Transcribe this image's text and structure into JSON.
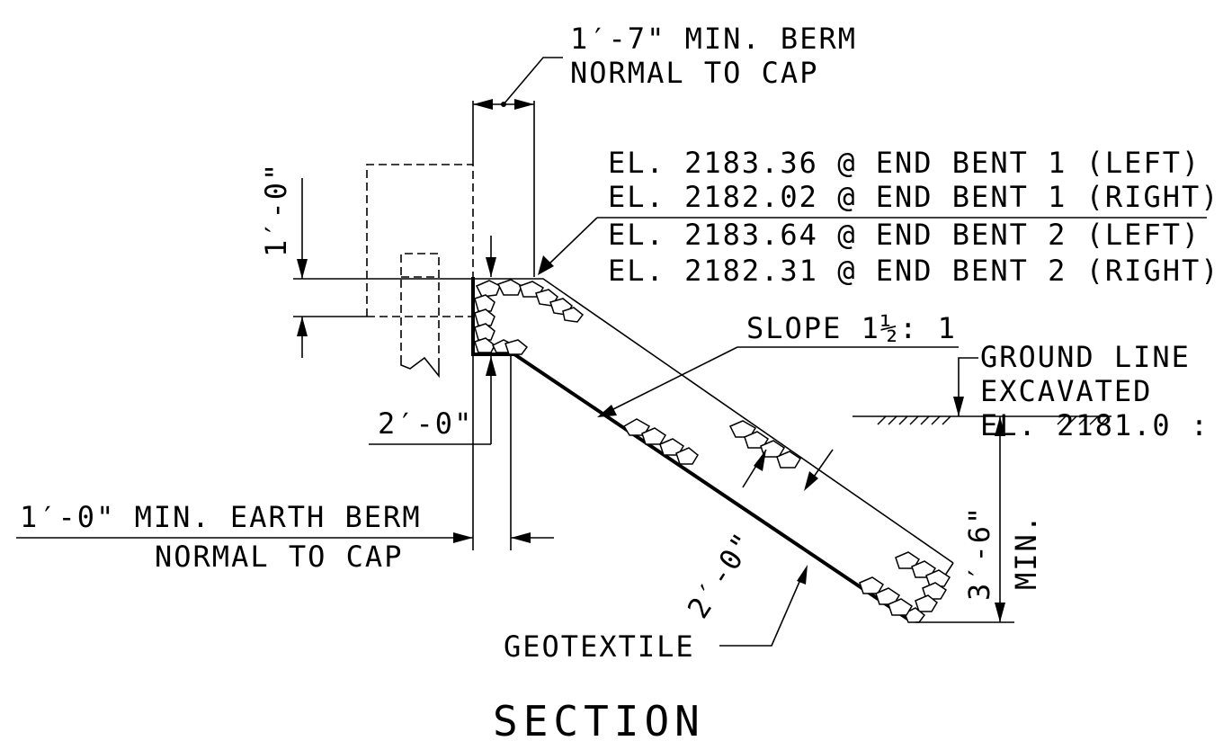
{
  "labels": {
    "berm_top_line1": "1′-7\" MIN. BERM",
    "berm_top_line2": "NORMAL TO CAP",
    "elev_1": "EL. 2183.36 @ END BENT 1 (LEFT)",
    "elev_2": "EL. 2182.02 @ END BENT 1 (RIGHT)",
    "elev_3": "EL. 2183.64 @ END BENT 2 (LEFT)",
    "elev_4": "EL. 2182.31 @ END BENT 2 (RIGHT)",
    "dim_vertical": "1′-0\"",
    "slope": "SLOPE 1½: 1",
    "dim_thickness_horizontal": "2′-0\"",
    "ground_line1": "EXCAVATED",
    "ground_line2": "GROUND LINE",
    "ground_line3": "EL. 2181.0 :",
    "earth_berm_line1": "1′-0\" MIN. EARTH BERM",
    "earth_berm_line2": "NORMAL TO CAP",
    "dim_thickness_normal": "2′-0\"",
    "toe_depth": "3′-6\"",
    "toe_min": "MIN.",
    "geotextile": "GEOTEXTILE",
    "section_title": "SECTION"
  }
}
